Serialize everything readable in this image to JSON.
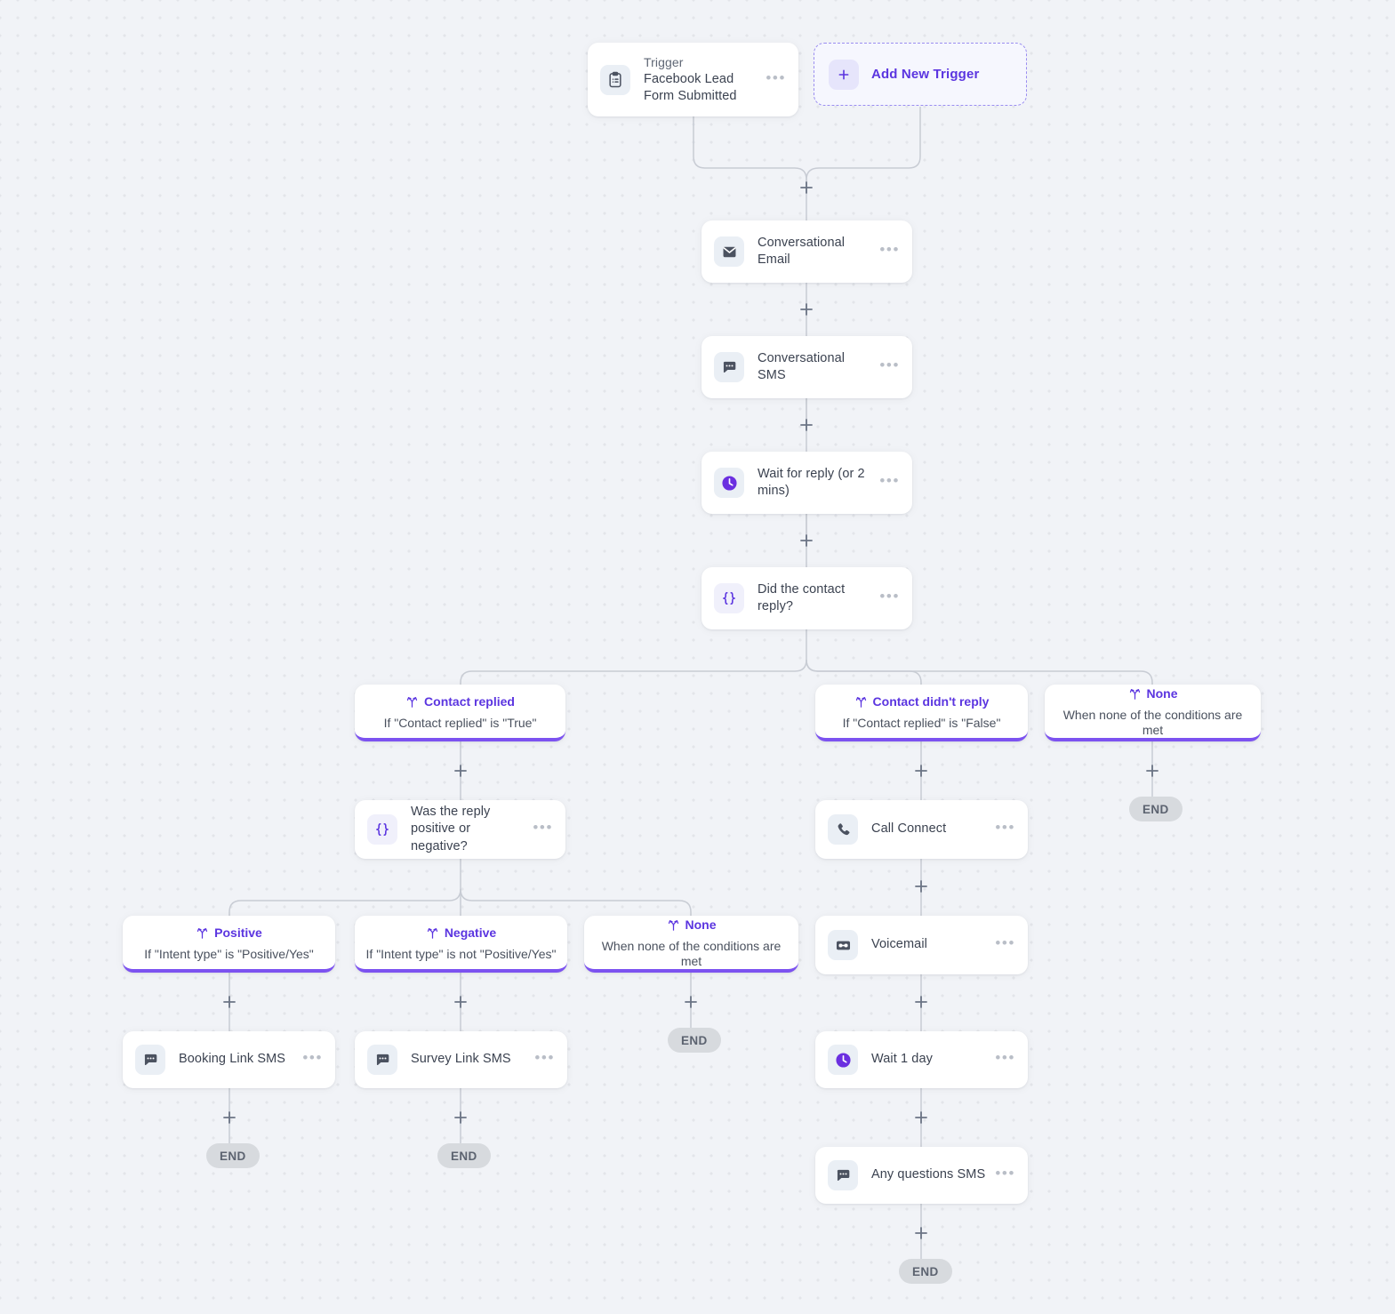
{
  "canvas": {
    "background_color": "#f1f3f7",
    "dot_color": "#e3e5ea",
    "accent_color": "#5b35e0",
    "branch_underline_color": "#7c52f0",
    "edge_color": "#c8ccd4"
  },
  "trigger": {
    "kind_label": "Trigger",
    "name": "Facebook Lead Form Submitted",
    "icon": "clipboard-form-icon",
    "menu": "•••"
  },
  "add_trigger": {
    "label": "Add New Trigger",
    "icon": "plus-icon"
  },
  "nodes": [
    {
      "id": "conversational-email",
      "label": "Conversational Email",
      "icon": "envelope-icon",
      "menu": "•••"
    },
    {
      "id": "conversational-sms",
      "label": "Conversational SMS",
      "icon": "chat-bubble-icon",
      "menu": "•••"
    },
    {
      "id": "wait-for-reply",
      "label": "Wait for reply (or 2 mins)",
      "icon": "clock-icon",
      "menu": "•••"
    },
    {
      "id": "did-contact-reply",
      "label": "Did the contact reply?",
      "icon": "code-braces-icon",
      "menu": "•••"
    },
    {
      "id": "reply-sentiment",
      "label": "Was the reply positive or negative?",
      "icon": "code-braces-icon",
      "menu": "•••"
    },
    {
      "id": "call-connect",
      "label": "Call Connect",
      "icon": "phone-icon",
      "menu": "•••"
    },
    {
      "id": "voicemail",
      "label": "Voicemail",
      "icon": "voicemail-icon",
      "menu": "•••"
    },
    {
      "id": "booking-link-sms",
      "label": "Booking Link SMS",
      "icon": "chat-bubble-icon",
      "menu": "•••"
    },
    {
      "id": "survey-link-sms",
      "label": "Survey Link SMS",
      "icon": "chat-bubble-icon",
      "menu": "•••"
    },
    {
      "id": "wait-1-day",
      "label": "Wait 1 day",
      "icon": "clock-icon",
      "menu": "•••"
    },
    {
      "id": "any-questions-sms",
      "label": "Any questions SMS",
      "icon": "chat-bubble-icon",
      "menu": "•••"
    }
  ],
  "branches": [
    {
      "id": "contact-replied",
      "title": "Contact replied",
      "condition": "If \"Contact replied\" is \"True\"",
      "icon": "branch-split-icon"
    },
    {
      "id": "contact-didnt-reply",
      "title": "Contact didn't reply",
      "condition": "If \"Contact replied\" is \"False\"",
      "icon": "branch-split-icon"
    },
    {
      "id": "none-level-1",
      "title": "None",
      "condition": "When none of the conditions are met",
      "icon": "branch-split-icon"
    },
    {
      "id": "positive",
      "title": "Positive",
      "condition": "If \"Intent type\" is \"Positive/Yes\"",
      "icon": "branch-split-icon"
    },
    {
      "id": "negative",
      "title": "Negative",
      "condition": "If \"Intent type\" is not \"Positive/Yes\"",
      "icon": "branch-split-icon"
    },
    {
      "id": "none-level-2",
      "title": "None",
      "condition": "When none of the conditions are met",
      "icon": "branch-split-icon"
    }
  ],
  "end_markers": [
    {
      "id": "end-none-level-1",
      "label": "END"
    },
    {
      "id": "end-none-level-2",
      "label": "END"
    },
    {
      "id": "end-booking",
      "label": "END"
    },
    {
      "id": "end-survey",
      "label": "END"
    },
    {
      "id": "end-any-questions",
      "label": "END"
    }
  ]
}
